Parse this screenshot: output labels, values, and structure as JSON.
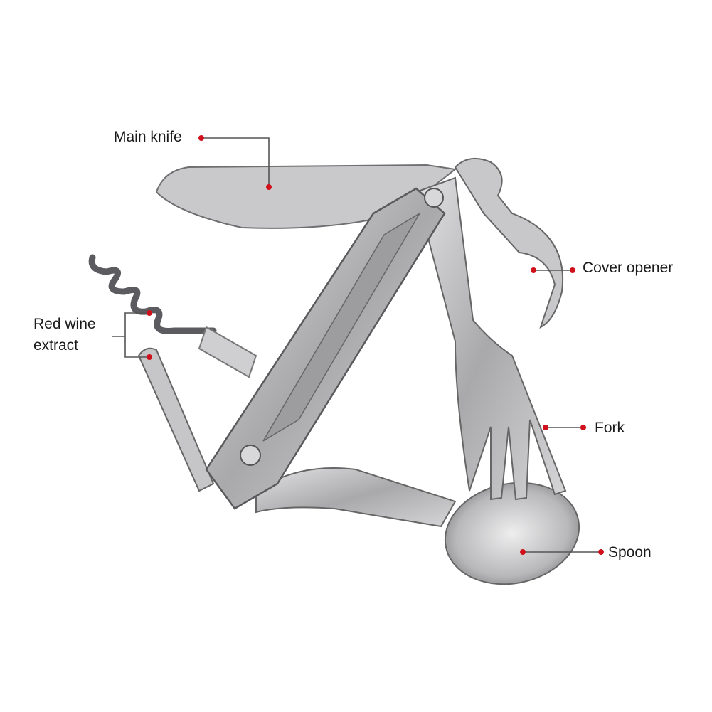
{
  "labels": {
    "main_knife": "Main knife",
    "red_wine_line1": "Red wine",
    "red_wine_line2": "extract",
    "cover_opener": "Cover opener",
    "fork": "Fork",
    "spoon": "Spoon"
  },
  "colors": {
    "marker": "#d0101a",
    "leader": "#555555",
    "steel": "#b9b9bb"
  }
}
